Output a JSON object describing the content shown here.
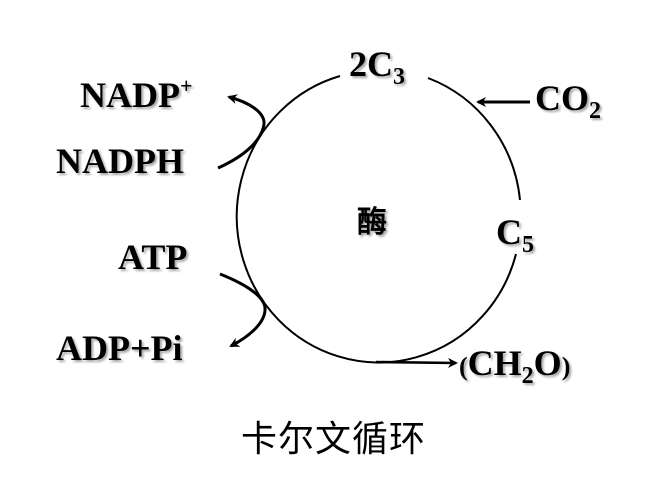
{
  "diagram": {
    "title": "卡尔文循环",
    "center_label": "酶",
    "cycle_nodes": [
      {
        "id": "2C3",
        "text": "2C",
        "subscript": "3"
      },
      {
        "id": "C5",
        "text": "C",
        "subscript": "5"
      }
    ],
    "inputs": [
      {
        "id": "CO2",
        "text": "CO",
        "subscript": "2"
      },
      {
        "id": "NADPH",
        "text": "NADPH"
      },
      {
        "id": "ATP",
        "text": "ATP"
      }
    ],
    "outputs": [
      {
        "id": "NADP+",
        "text": "NADP",
        "superscript": "+"
      },
      {
        "id": "ADP+Pi",
        "text": "ADP+Pi"
      },
      {
        "id": "CH2O",
        "open_paren": "(",
        "text": "CH",
        "subscript": "2",
        "text_after": "O",
        "close_paren": ")"
      }
    ],
    "colors": {
      "line": "#000000",
      "background": "#ffffff"
    }
  }
}
